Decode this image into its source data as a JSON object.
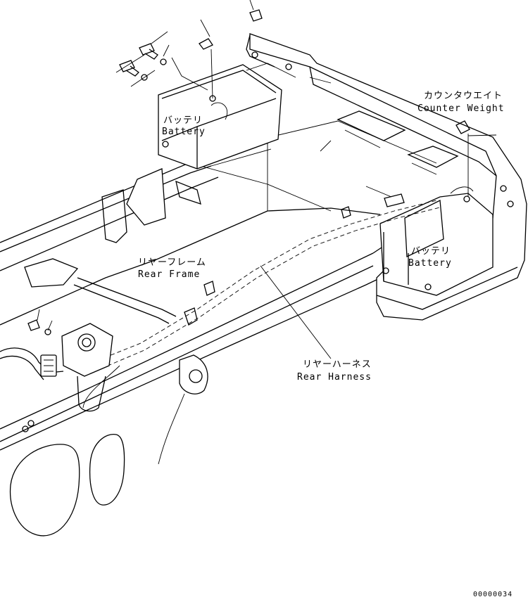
{
  "labels": {
    "battery_left_jp": "バッテリ",
    "battery_left_en": "Battery",
    "counter_weight_jp": "カウンタウエイト",
    "counter_weight_en": "Counter Weight",
    "battery_right_jp": "バッテリ",
    "battery_right_en": "Battery",
    "rear_frame_jp": "リヤーフレーム",
    "rear_frame_en": "Rear Frame",
    "rear_harness_jp": "リヤーハーネス",
    "rear_harness_en": "Rear Harness"
  },
  "drawing_number": "00000034"
}
